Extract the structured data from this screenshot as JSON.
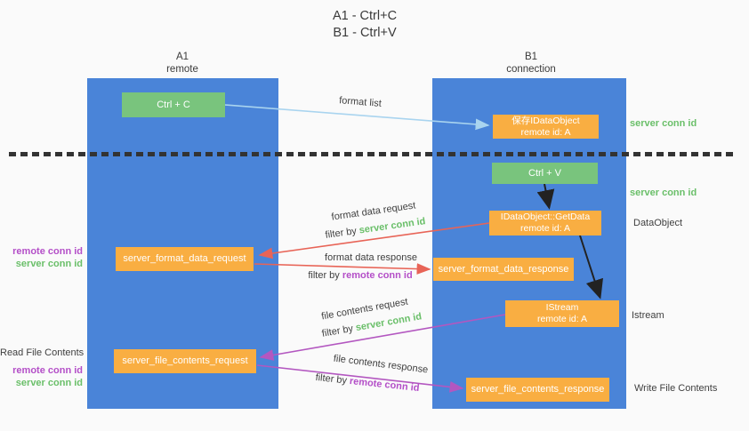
{
  "title": {
    "line1": "A1 - Ctrl+C",
    "line2": "B1 - Ctrl+V"
  },
  "columns": {
    "left": {
      "name": "A1",
      "role": "remote"
    },
    "right": {
      "name": "B1",
      "role": "connection"
    }
  },
  "nodes": {
    "ctrl_c": "Ctrl + C",
    "save_idataobject": {
      "line1": "保存IDataObject",
      "line2": "remote id: A"
    },
    "ctrl_v": "Ctrl + V",
    "getdata": {
      "line1": "IDataObject::GetData",
      "line2": "remote id: A"
    },
    "format_request": "server_format_data_request",
    "format_response": "server_format_data_response",
    "istream": {
      "line1": "IStream",
      "line2": "remote id: A"
    },
    "file_request": "server_file_contents_request",
    "file_response": "server_file_contents_response"
  },
  "flow_labels": {
    "format_list": "format list",
    "format_data_request": "format data request",
    "format_data_response": "format data response",
    "file_contents_request": "file contents request",
    "file_contents_response": "file contents response",
    "filter_by": "filter by ",
    "server_conn_id": "server conn id",
    "remote_conn_id": "remote conn id"
  },
  "side_labels": {
    "left": {
      "remote_conn_id": "remote conn id",
      "server_conn_id": "server conn id",
      "read_file_contents": "Read File Contents"
    },
    "right": {
      "server_conn_id_top": "server conn id",
      "server_conn_id_mid": "server conn id",
      "dataobject": "DataObject",
      "istream": "Istream",
      "write_file_contents": "Write File Contents"
    }
  },
  "colors": {
    "lifeline_blue": "#4a84d8",
    "action_green": "#79c47d",
    "message_orange": "#f9ae42",
    "arrow_lightblue": "#a9d4ef",
    "arrow_red": "#e86457",
    "arrow_purple": "#b357c0",
    "arrow_black": "#222222",
    "conn_id_green": "#6abf69",
    "conn_id_purple": "#b44fc8",
    "text_dark": "#3f3f3f",
    "background": "#fafafa"
  }
}
